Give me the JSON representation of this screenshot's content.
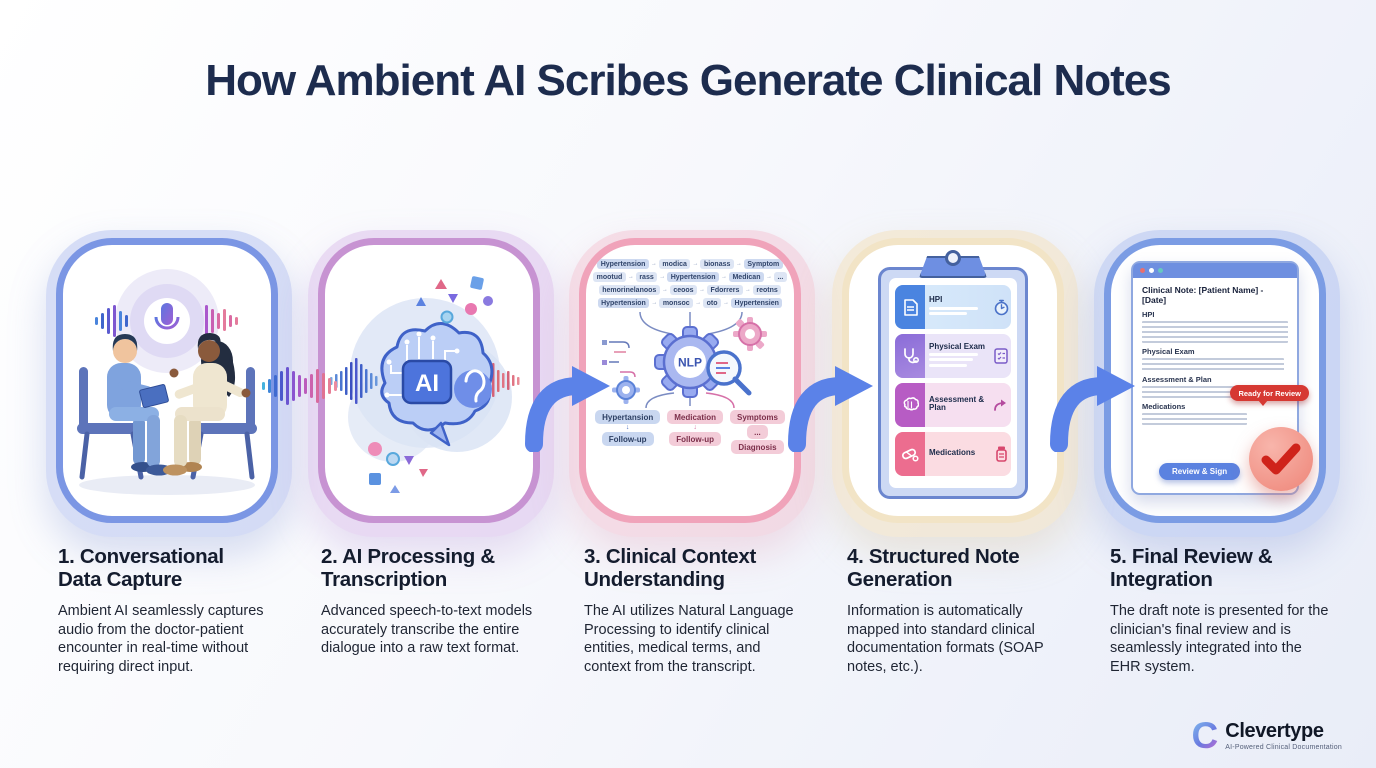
{
  "title": "How Ambient AI Scribes Generate Clinical Notes",
  "steps": [
    {
      "heading": "1. Conversational Data Capture",
      "body": "Ambient AI seamlessly captures audio from the doctor-patient encounter in real-time without requiring direct input."
    },
    {
      "heading": "2. AI Processing & Transcription",
      "body": "Advanced speech-to-text models accurately transcribe the entire dialogue into a raw text format."
    },
    {
      "heading": "3. Clinical Context Understanding",
      "body": "The AI utilizes Natural Language Processing to identify clinical entities, medical terms, and context from the transcript."
    },
    {
      "heading": "4. Structured Note Generation",
      "body": "Information is automatically mapped into standard clinical documentation formats (SOAP notes, etc.)."
    },
    {
      "heading": "5. Final Review & Integration",
      "body": "The draft note is presented for the clinician's final review and is seamlessly integrated into the EHR system."
    }
  ],
  "card2": {
    "ai_label": "AI"
  },
  "card3": {
    "nlp_label": "NLP",
    "token_rows": [
      [
        "Hypertension",
        "modica",
        "bionass",
        "Symptom"
      ],
      [
        "mootud",
        "rass",
        "Hypertension",
        "Medican",
        "..."
      ],
      [
        "hemorinelanoos",
        "ceoos",
        "Fdorrers",
        "reotns"
      ],
      [
        "Hypertension",
        "monsoc",
        "oto",
        "Hypertensien"
      ]
    ],
    "entity_chips": {
      "col1": [
        "Hypertansion",
        "Follow-up"
      ],
      "col2": [
        "Medication",
        "Follow-up"
      ],
      "col3": [
        "Symptoms",
        "...",
        "Diagnosis"
      ]
    }
  },
  "card4": {
    "sections": [
      {
        "label": "HPI"
      },
      {
        "label": "Physical Exam"
      },
      {
        "label": "Assessment & Plan"
      },
      {
        "label": "Medications"
      }
    ]
  },
  "card5": {
    "window_title": "Clinical Note: [Patient Name] - [Date]",
    "sections": [
      "HPI",
      "Physical Exam",
      "Assessment & Plan",
      "Medications"
    ],
    "badge": "Ready for Review",
    "button": "Review & Sign"
  },
  "brand": {
    "name": "Clevertype",
    "tagline": "AI-Powered Clinical Documentation"
  },
  "colors": {
    "title_navy": "#1d2c4e",
    "accent_arrow_blue": "#5b82e8",
    "card1_border": "#7b96e4",
    "card2_border": "#c793d2",
    "card3_border": "#f0a3ba",
    "card4_border": "#f2e4c6",
    "card5_border": "#7b9ce4",
    "badge_red": "#d63832",
    "button_blue": "#5b82e0"
  }
}
